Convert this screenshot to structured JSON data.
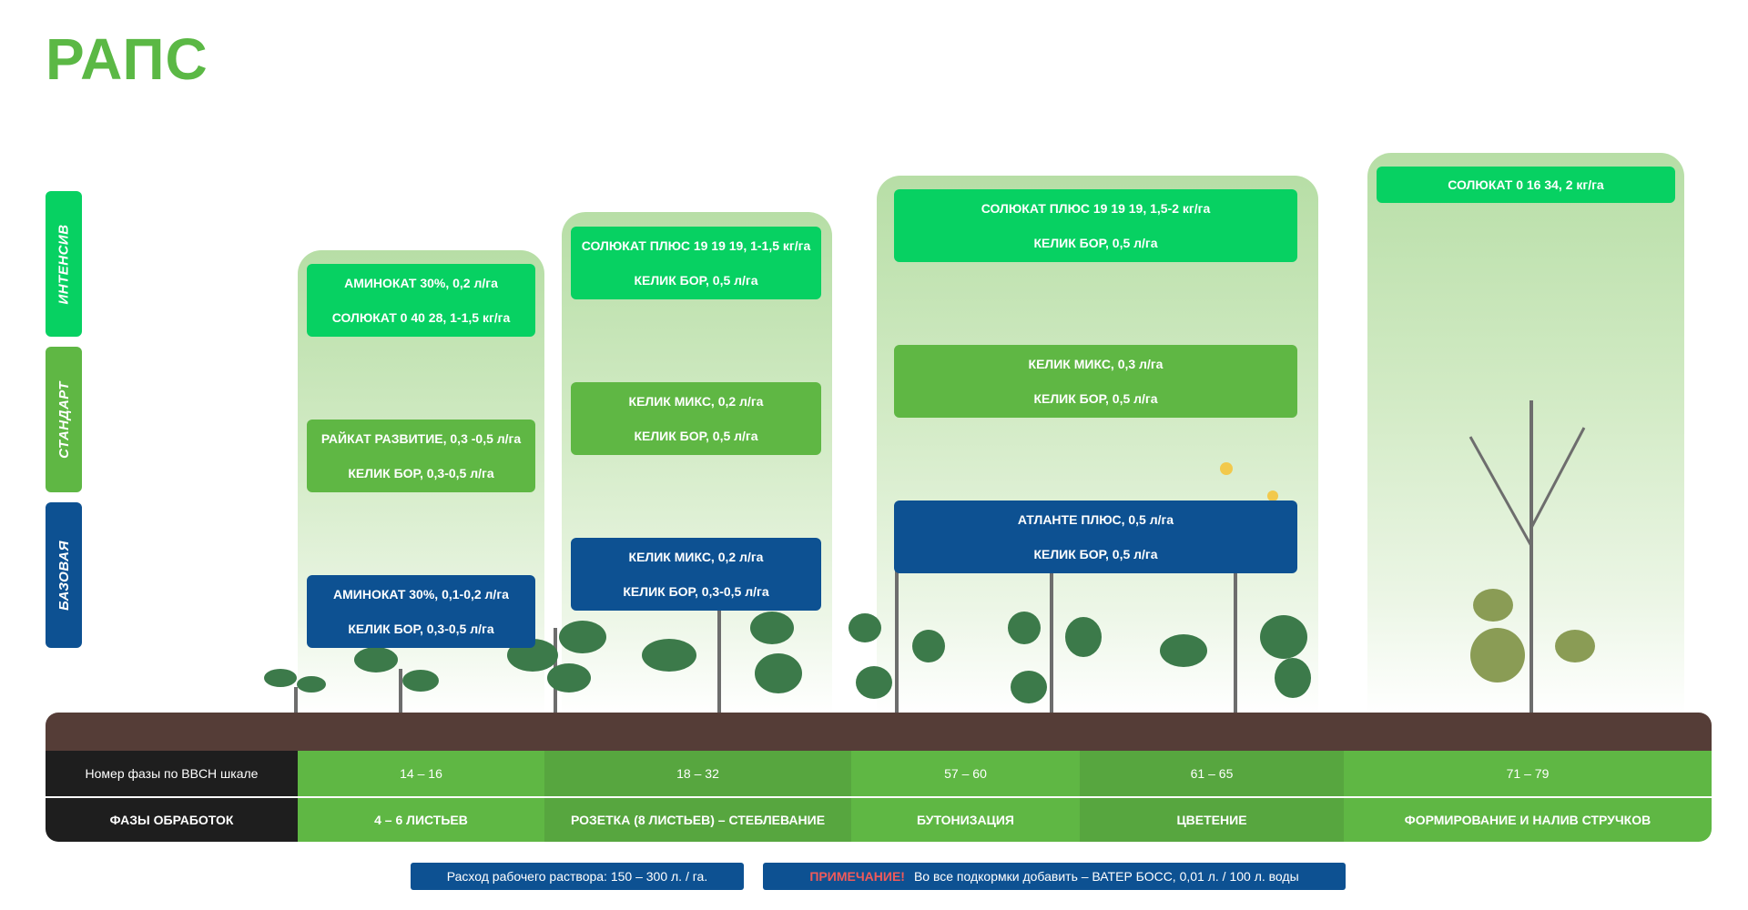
{
  "title": "РАПС",
  "tiers": {
    "intensive": "ИНТЕНСИВ",
    "standard": "СТАНДАРТ",
    "base": "БАЗОВАЯ"
  },
  "phases": [
    {
      "bbch": "14 – 16",
      "name": "4 – 6 ЛИСТЬЕВ",
      "intensive": [
        "АМИНОКАТ 30%, 0,2 л/га",
        "СОЛЮКАТ 0 40 28, 1-1,5 кг/га"
      ],
      "standard": [
        "РАЙКАТ РАЗВИТИЕ, 0,3 -0,5 л/га",
        "КЕЛИК БОР, 0,3-0,5 л/га"
      ],
      "base": [
        "АМИНОКАТ 30%, 0,1-0,2 л/га",
        "КЕЛИК БОР, 0,3-0,5 л/га"
      ]
    },
    {
      "bbch": "18 – 32",
      "name": "РОЗЕТКА (8 ЛИСТЬЕВ) – СТЕБЛЕВАНИЕ",
      "intensive": [
        "СОЛЮКАТ ПЛЮС 19 19 19, 1-1,5 кг/га",
        "КЕЛИК БОР, 0,5 л/га"
      ],
      "standard": [
        "КЕЛИК МИКС, 0,2 л/га",
        "КЕЛИК БОР, 0,5 л/га"
      ],
      "base": [
        "КЕЛИК МИКС, 0,2 л/га",
        "КЕЛИК БОР, 0,3-0,5 л/га"
      ]
    },
    {
      "bbch": "57 – 60",
      "name": "БУТОНИЗАЦИЯ"
    },
    {
      "bbch": "61 – 65",
      "name": "ЦВЕТЕНИЕ"
    },
    {
      "bbch": "71 – 79",
      "name": "ФОРМИРОВАНИЕ И НАЛИВ СТРУЧКОВ",
      "intensive": [
        "СОЛЮКАТ 0 16 34, 2 кг/га"
      ]
    }
  ],
  "merged_phase_3_4": {
    "intensive": [
      "СОЛЮКАТ ПЛЮС 19 19 19, 1,5-2 кг/га",
      "КЕЛИК БОР, 0,5 л/га"
    ],
    "standard": [
      "КЕЛИК МИКС, 0,3 л/га",
      "КЕЛИК БОР, 0,5 л/га"
    ],
    "base": [
      "АТЛАНТЕ ПЛЮС, 0,5 л/га",
      "КЕЛИК БОР, 0,5 л/га"
    ]
  },
  "table": {
    "row1_header": "Номер фазы по BBCH шкале",
    "row2_header": "ФАЗЫ ОБРАБОТОК"
  },
  "notes": {
    "consumption": "Расход рабочего раствора: 150 – 300 л. / га.",
    "warning_label": "ПРИМЕЧАНИЕ!",
    "warning_text": "Во все подкормки добавить – ВАТЕР БОСС, 0,01 л. / 100 л. воды"
  },
  "colors": {
    "title": "#5bb845",
    "intensive": "#07d162",
    "standard": "#5fb744",
    "base": "#0d5192",
    "soil": "#553d37",
    "warning": "#f05a5a"
  }
}
